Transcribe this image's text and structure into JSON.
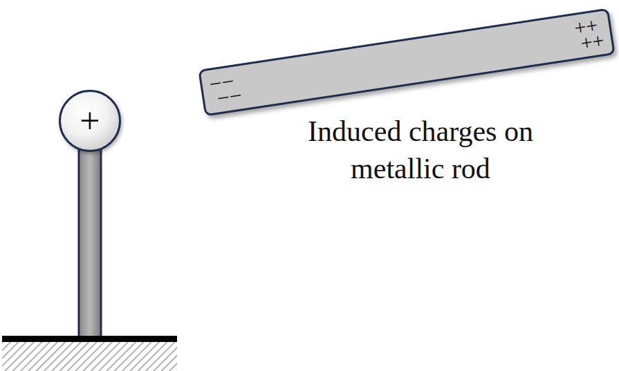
{
  "diagram": {
    "nodes": [
      {
        "text": [
          "+"
        ]
      },
      {
        "text": [
          "−−",
          "−−",
          "++",
          "++"
        ]
      }
    ],
    "labels": [
      "Induced charges on metallic rod"
    ]
  }
}
